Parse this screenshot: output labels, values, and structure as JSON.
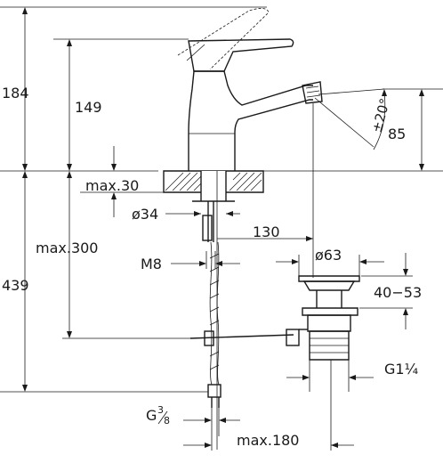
{
  "dimensions": {
    "total_height": "184",
    "spout_height": "149",
    "outlet_height": "85",
    "swivel_angle": "±20°",
    "max_deck": "max.30",
    "hole_diameter": "ø34",
    "max_hose": "max.300",
    "below_deck": "439",
    "outlet_reach": "130",
    "waste_diameter": "ø63",
    "thread_m8": "M8",
    "waste_range": "40−53",
    "waste_thread": "G1¼",
    "hose_thread_prefix": "G",
    "hose_thread_num": "3",
    "hose_thread_den": "8",
    "max_lever_reach": "max.180"
  }
}
